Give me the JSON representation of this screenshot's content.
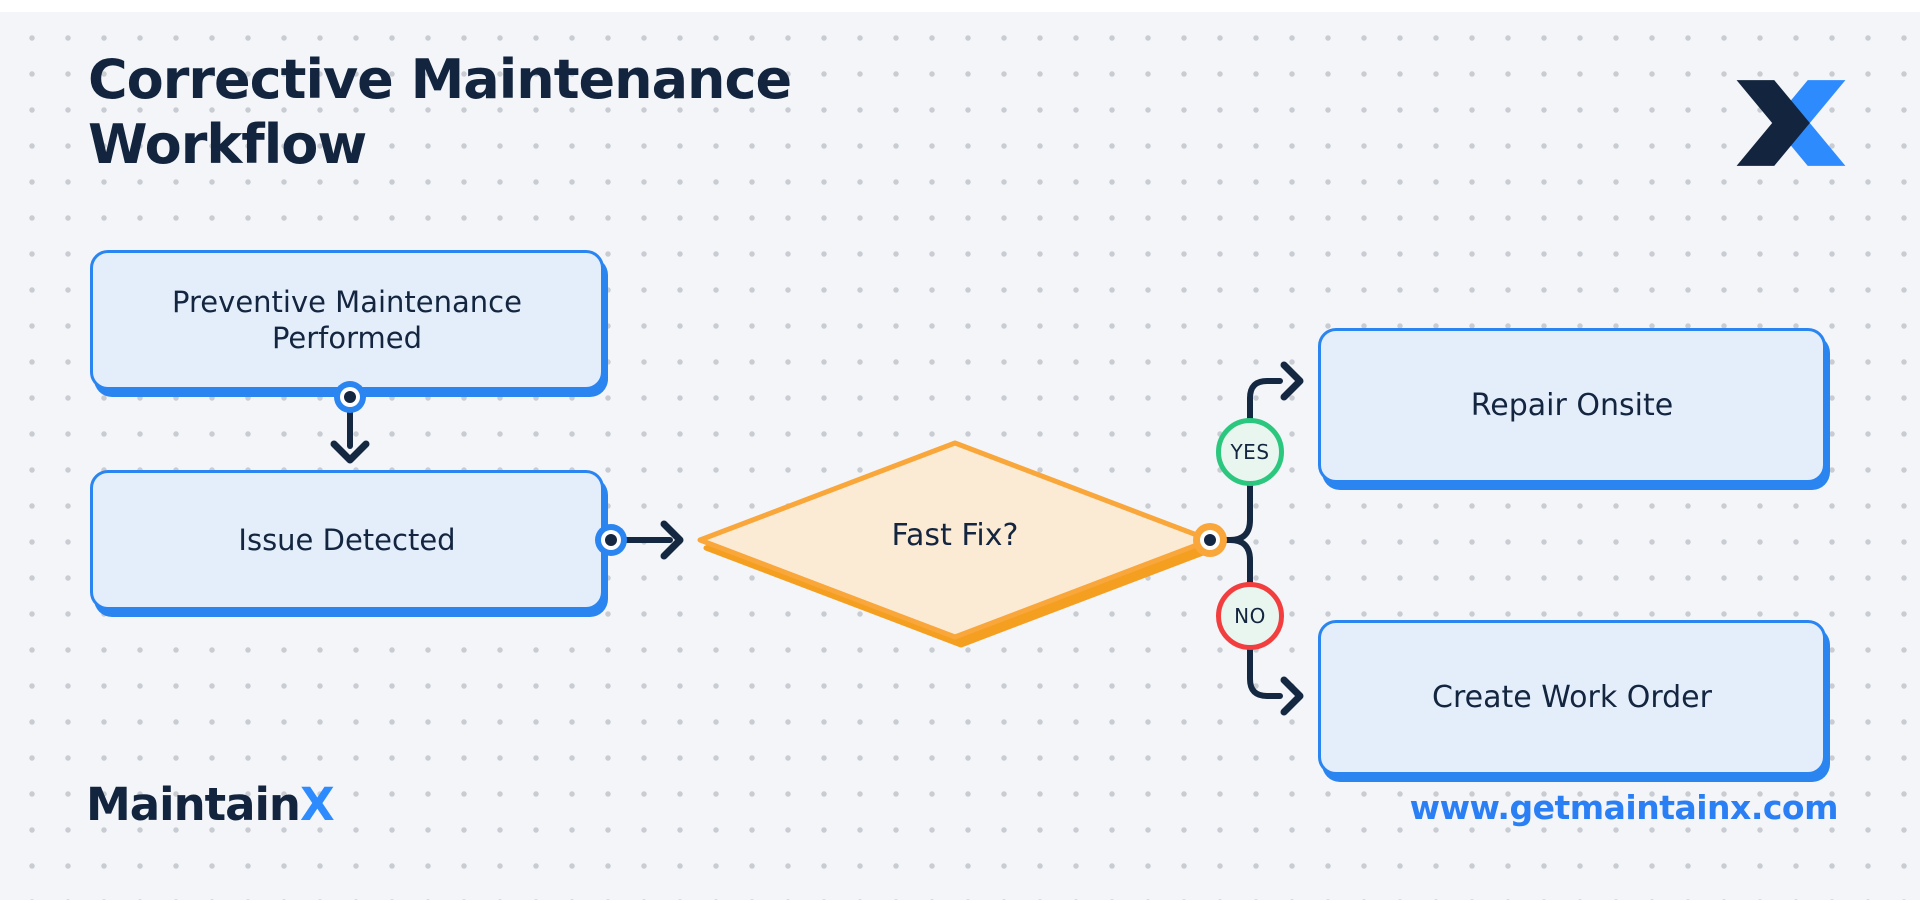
{
  "title": {
    "line1": "Corrective Maintenance",
    "line2": "Workflow"
  },
  "nodes": {
    "preventive": "Preventive Maintenance Performed",
    "issue": "Issue Detected",
    "decision": "Fast Fix?",
    "repair": "Repair Onsite",
    "work_order": "Create Work Order"
  },
  "branch_labels": {
    "yes": "YES",
    "no": "NO"
  },
  "footer": {
    "brand_text": "Maintain",
    "brand_x": "X",
    "website": "www.getmaintainx.com"
  },
  "icons": {
    "top_right": "maintainx-x-mark"
  },
  "colors": {
    "navy": "#13253F",
    "line_navy": "#152842",
    "blue": "#2A85F0",
    "light_blue_fill": "#E4EEFB",
    "orange": "#F9A63B",
    "orange_shadow": "#F49F20",
    "orange_fill": "#FCEBD4",
    "green": "#2BC77E",
    "red": "#F23E3E",
    "badge_fill": "#E8F6EF",
    "link_blue": "#2B7FF5",
    "bg": "#F3F5F8",
    "dot": "#C9CDD3",
    "brand_blue": "#2E8BFD",
    "brand_navy": "#12243E"
  }
}
